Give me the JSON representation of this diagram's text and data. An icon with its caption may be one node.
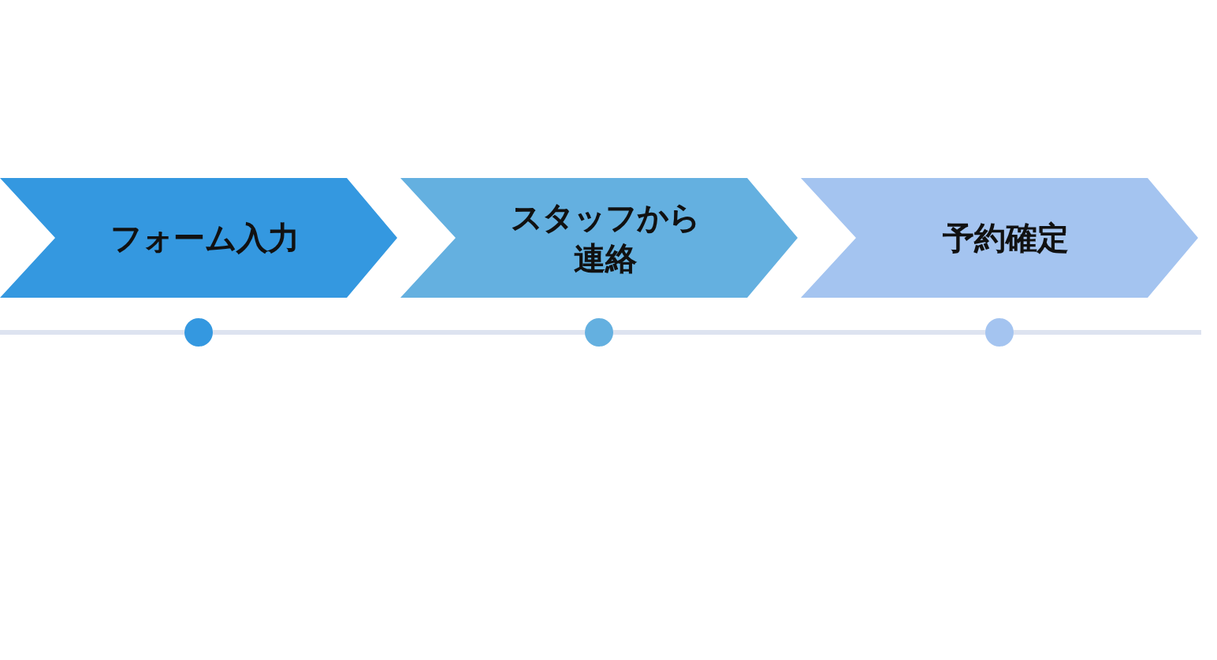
{
  "diagram": {
    "nodes": [
      {
        "text": [
          "フォーム入力"
        ]
      },
      {
        "text": [
          "スタッフから連絡"
        ]
      },
      {
        "text": [
          "予約確定"
        ]
      }
    ]
  }
}
